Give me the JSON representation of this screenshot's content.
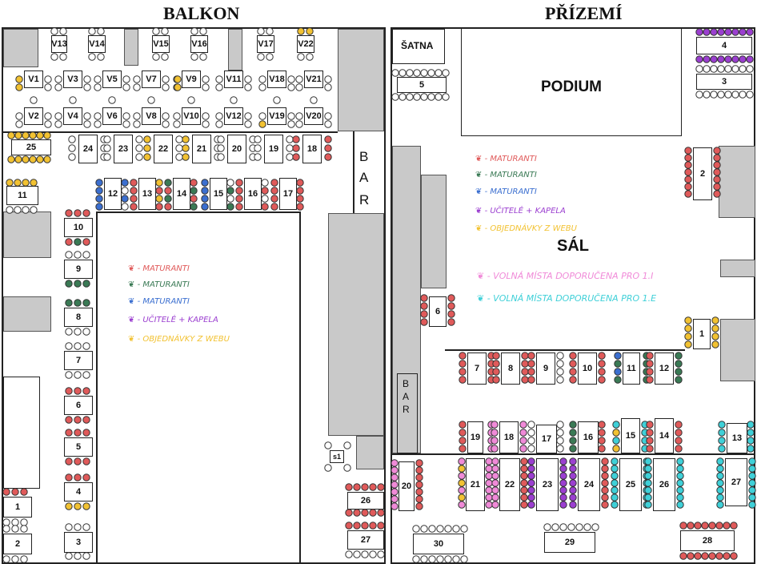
{
  "titles": {
    "left": "BALKON",
    "right": "PŘÍZEMÍ"
  },
  "colors": {
    "maturanti_red": "#e05a5a",
    "maturanti_green": "#3a7a55",
    "maturanti_blue": "#3b6fd0",
    "ucitele_purple": "#9b3fd0",
    "web_yellow": "#f2c232",
    "volna_1I_pink": "#f08ad8",
    "volna_1E_cyan": "#3fd0d8",
    "empty": "#ffffff"
  },
  "balkon": {
    "vip_tables": [
      "V13",
      "V14",
      "V15",
      "V16",
      "V17",
      "V22",
      "V1",
      "V3",
      "V5",
      "V7",
      "V9",
      "V11",
      "V18",
      "V21",
      "V2",
      "V4",
      "V6",
      "V8",
      "V10",
      "V12",
      "V19",
      "V20"
    ],
    "tables": [
      "25",
      "24",
      "23",
      "22",
      "21",
      "20",
      "19",
      "18",
      "11",
      "12",
      "13",
      "14",
      "15",
      "16",
      "17",
      "10",
      "9",
      "8",
      "7",
      "6",
      "5",
      "4",
      "3",
      "2",
      "1",
      "s1",
      "26",
      "27"
    ],
    "bar_letters": [
      "B",
      "A",
      "R"
    ],
    "legend": [
      {
        "text": "- MATURANTI",
        "color": "#e05a5a"
      },
      {
        "text": "- MATURANTI",
        "color": "#3a7a55"
      },
      {
        "text": "- MATURANTI",
        "color": "#3b6fd0"
      },
      {
        "text": "- UČITELÉ + KAPELA",
        "color": "#9b3fd0"
      },
      {
        "text": "- OBJEDNÁVKY Z WEBU",
        "color": "#f2c232"
      }
    ]
  },
  "prizemi": {
    "satna": "ŠATNA",
    "podium": "PODIUM",
    "sal": "SÁL",
    "bar_letters": [
      "B",
      "A",
      "R"
    ],
    "tables": [
      "5",
      "4",
      "3",
      "2",
      "6",
      "1",
      "7",
      "8",
      "9",
      "10",
      "11",
      "12",
      "19",
      "18",
      "17",
      "16",
      "15",
      "14",
      "13",
      "20",
      "21",
      "22",
      "23",
      "24",
      "25",
      "26",
      "27",
      "30",
      "29",
      "28"
    ],
    "legend": [
      {
        "text": "- MATURANTI",
        "color": "#e05a5a"
      },
      {
        "text": "- MATURANTI",
        "color": "#3a7a55"
      },
      {
        "text": "- MATURANTI",
        "color": "#3b6fd0"
      },
      {
        "text": "- UČITELÉ + KAPELA",
        "color": "#9b3fd0"
      },
      {
        "text": "- OBJEDNÁVKY Z WEBU",
        "color": "#f2c232"
      },
      {
        "text": "- VOLNÁ MÍSTA DOPORUČENA PRO 1.I",
        "color": "#f08ad8"
      },
      {
        "text": "- VOLNÁ MÍSTA DOPORUČENA PRO 1.E",
        "color": "#3fd0d8"
      }
    ]
  }
}
